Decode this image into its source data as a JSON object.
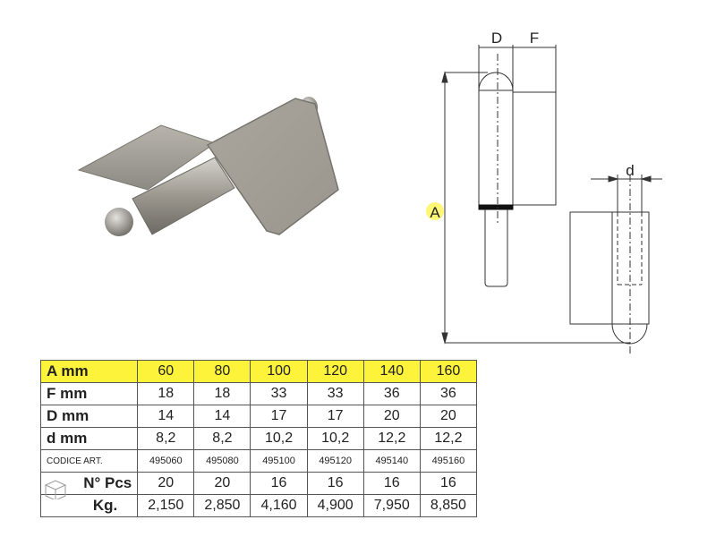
{
  "drawing": {
    "label_a": "A",
    "label_d_upper": "D",
    "label_f": "F",
    "label_d_lower": "d",
    "highlight_color": "#fdf33a"
  },
  "table": {
    "rows": [
      {
        "label": "A mm",
        "values": [
          "60",
          "80",
          "100",
          "120",
          "140",
          "160"
        ]
      },
      {
        "label": "F mm",
        "values": [
          "18",
          "18",
          "33",
          "33",
          "36",
          "36"
        ]
      },
      {
        "label": "D mm",
        "values": [
          "14",
          "14",
          "17",
          "17",
          "20",
          "20"
        ]
      },
      {
        "label": "d mm",
        "values": [
          "8,2",
          "8,2",
          "10,2",
          "10,2",
          "12,2",
          "12,2"
        ]
      },
      {
        "label": "CODICE ART.",
        "values": [
          "495060",
          "495080",
          "495100",
          "495120",
          "495140",
          "495160"
        ]
      },
      {
        "label": "N° Pcs",
        "values": [
          "20",
          "20",
          "16",
          "16",
          "16",
          "16"
        ]
      },
      {
        "label": "Kg.",
        "values": [
          "2,150",
          "2,850",
          "4,160",
          "4,900",
          "7,950",
          "8,850"
        ]
      }
    ],
    "header_color": "#fdf33a"
  }
}
